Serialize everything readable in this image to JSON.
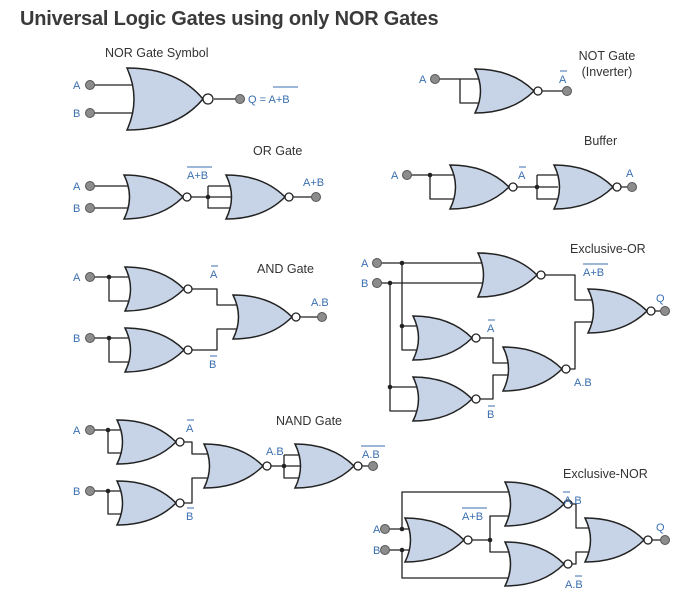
{
  "title": "Universal Logic Gates using only NOR Gates",
  "colors": {
    "gate_fill": "#c7d3e6",
    "signal_text": "#3a6fb0",
    "title_text": "#3a3a3a",
    "wire": "#222222"
  },
  "sections": {
    "symbol": {
      "title": "NOR Gate Symbol",
      "input_a": "A",
      "input_b": "B",
      "output_prefix": "Q = ",
      "output_expr": "A+B"
    },
    "not": {
      "title_line1": "NOT Gate",
      "title_line2": "(Inverter)",
      "input": "A",
      "output": "A"
    },
    "or": {
      "title": "OR Gate",
      "input_a": "A",
      "input_b": "B",
      "mid": "A+B",
      "output": "A+B"
    },
    "buffer": {
      "title": "Buffer",
      "input": "A",
      "mid": "A",
      "output": "A"
    },
    "and": {
      "title": "AND Gate",
      "input_a": "A",
      "input_b": "B",
      "not_a": "A",
      "not_b": "B",
      "output": "A.B"
    },
    "xor": {
      "title": "Exclusive-OR",
      "input_a": "A",
      "input_b": "B",
      "nor_ab": "A+B",
      "not_a": "A",
      "not_b": "B",
      "and_ab": "A.B",
      "output": "Q"
    },
    "nand": {
      "title": "NAND Gate",
      "input_a": "A",
      "input_b": "B",
      "not_a": "A",
      "not_b": "B",
      "and_ab": "A.B",
      "output": "A.B"
    },
    "xnor": {
      "title": "Exclusive-NOR",
      "input_a": "A",
      "input_b": "B",
      "nor_ab": "A+B",
      "a_nb": "A.B",
      "na_b": "A.B",
      "output": "Q"
    }
  }
}
